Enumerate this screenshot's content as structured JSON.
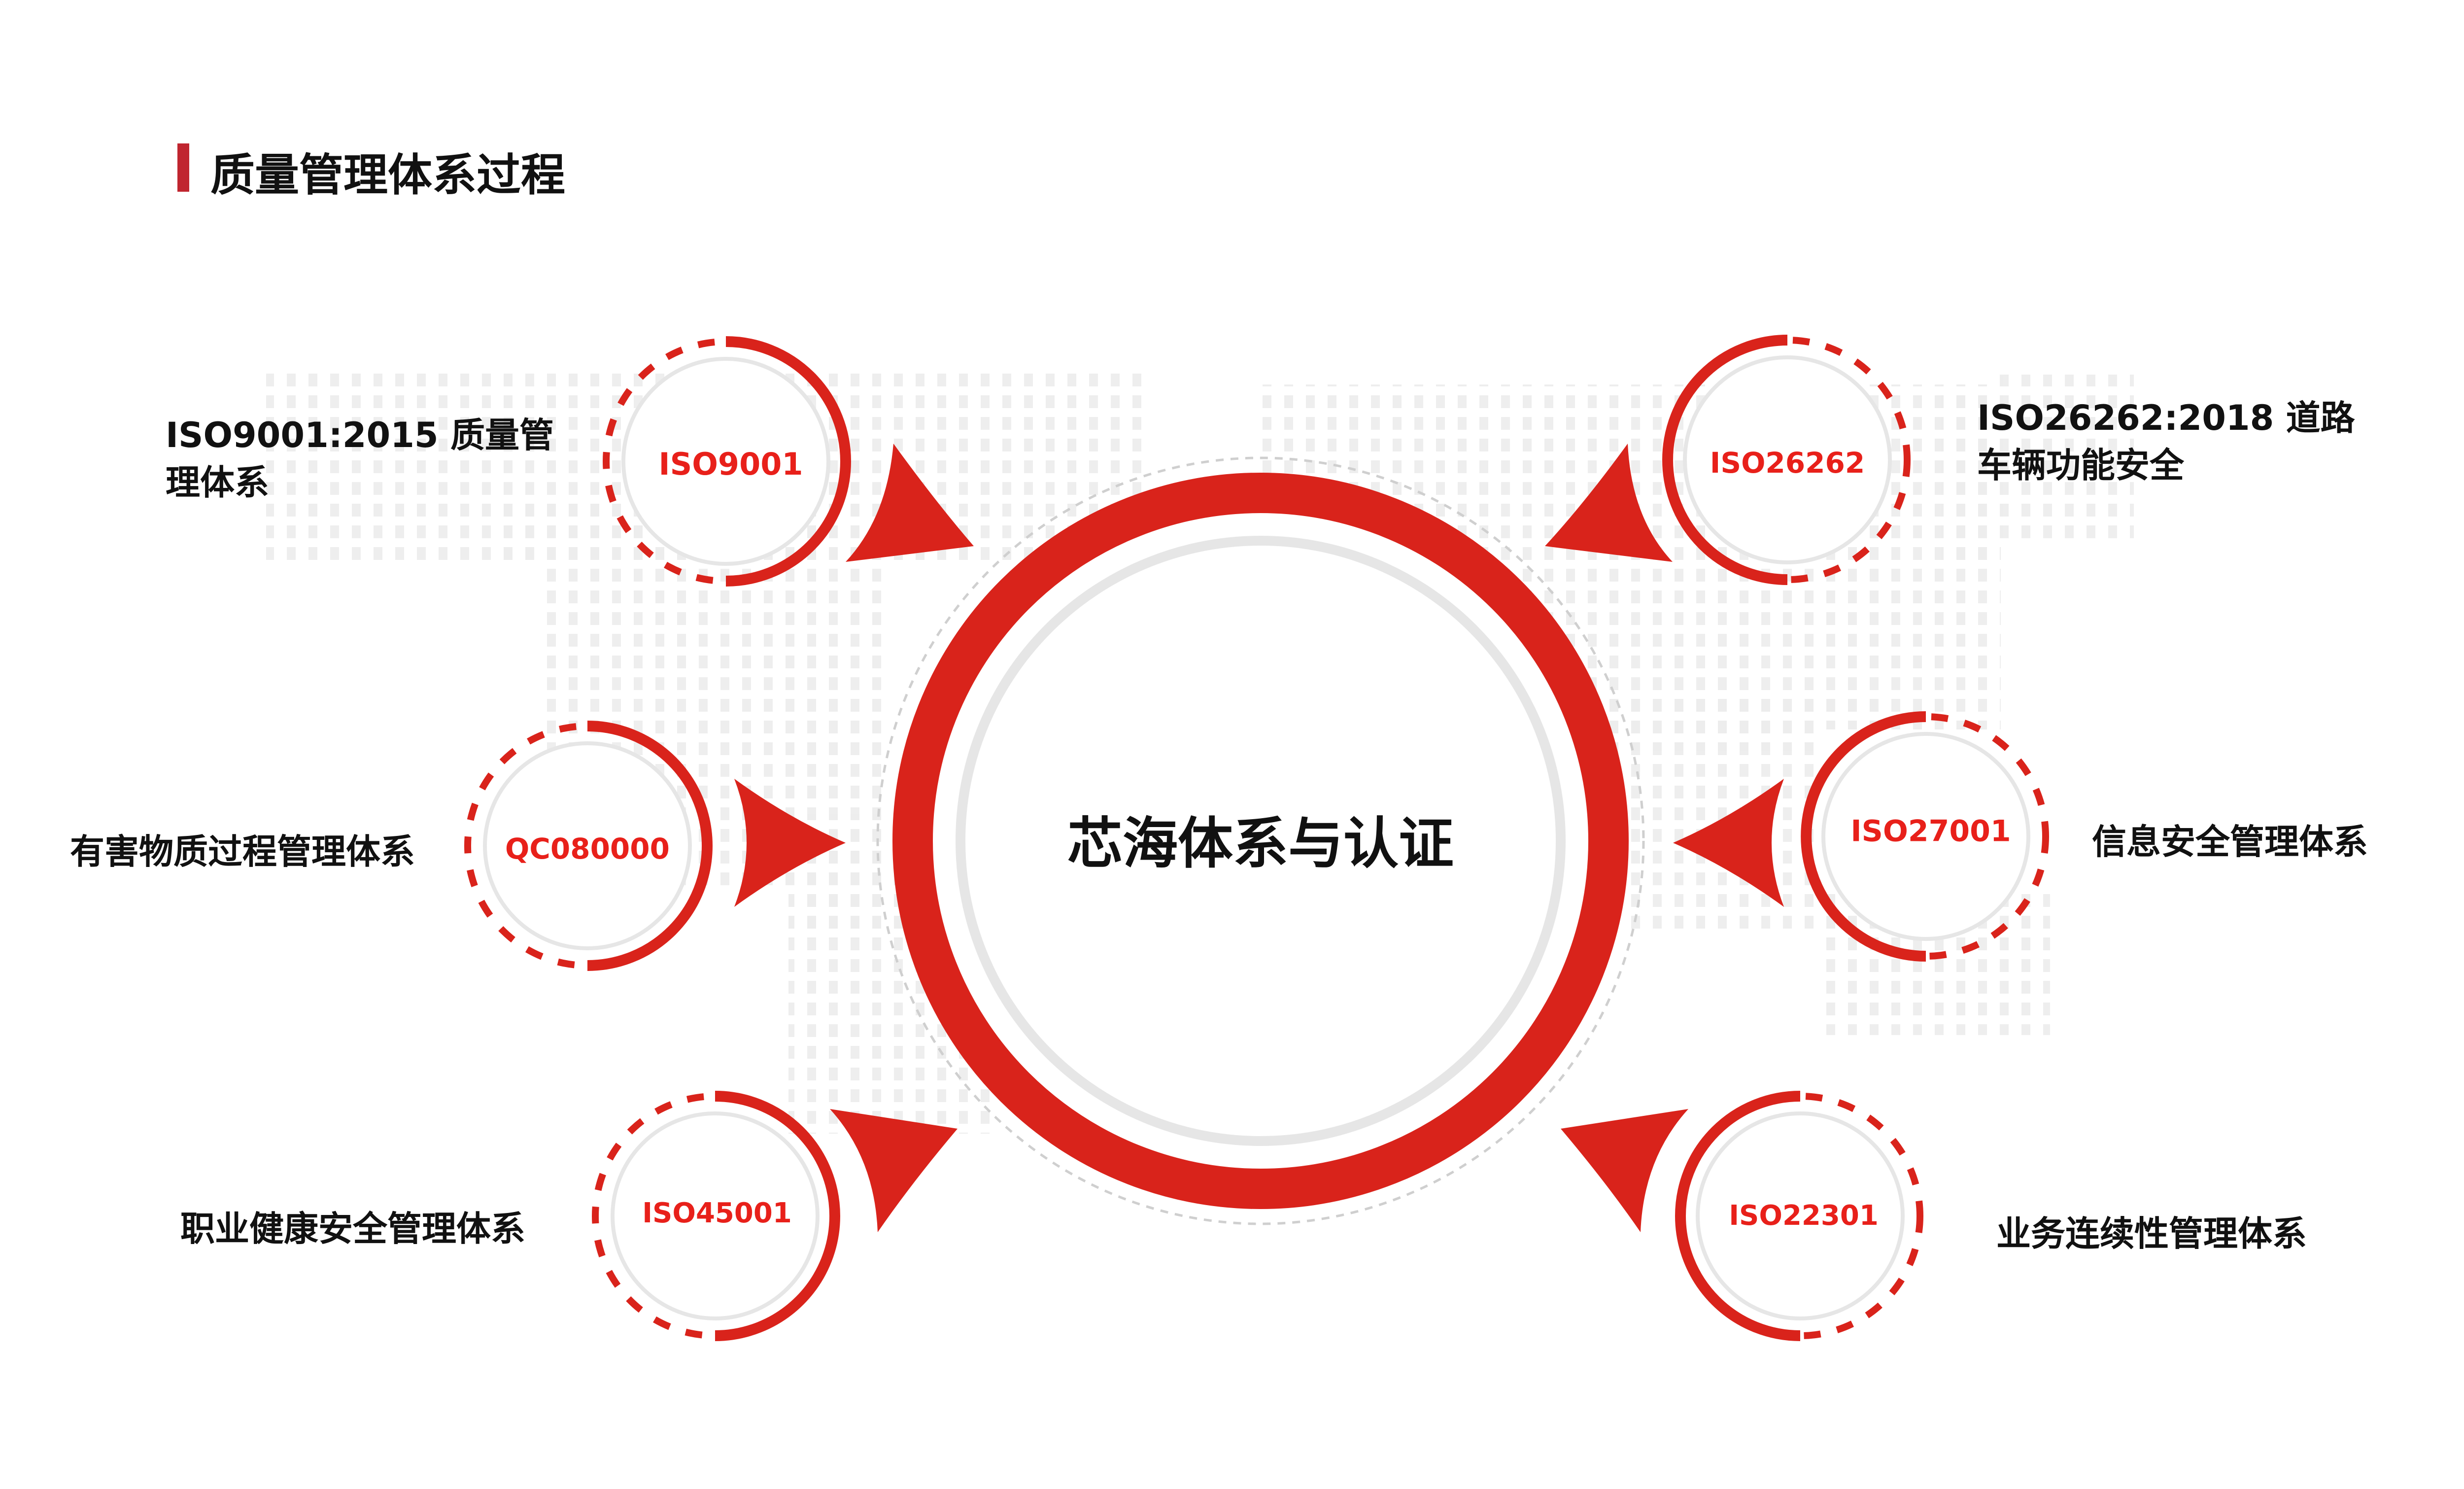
{
  "header": {
    "title": "质量管理体系过程"
  },
  "center": {
    "label": "芯海体系与认证"
  },
  "nodes": [
    {
      "code": "ISO9001",
      "description": "ISO9001:2015 质量管理体系"
    },
    {
      "code": "ISO26262",
      "description": "ISO26262:2018 道路车辆功能安全"
    },
    {
      "code": "QC080000",
      "description": "有害物质过程管理体系"
    },
    {
      "code": "ISO27001",
      "description": "信息安全管理体系"
    },
    {
      "code": "ISO45001",
      "description": "职业健康安全管理体系"
    },
    {
      "code": "ISO22301",
      "description": "业务连续性管理体系"
    }
  ],
  "colors": {
    "accent": "#d9231b",
    "title_bar": "#c0252f",
    "ring_gray": "#e6e6e6",
    "map_dots": "#ececec"
  }
}
